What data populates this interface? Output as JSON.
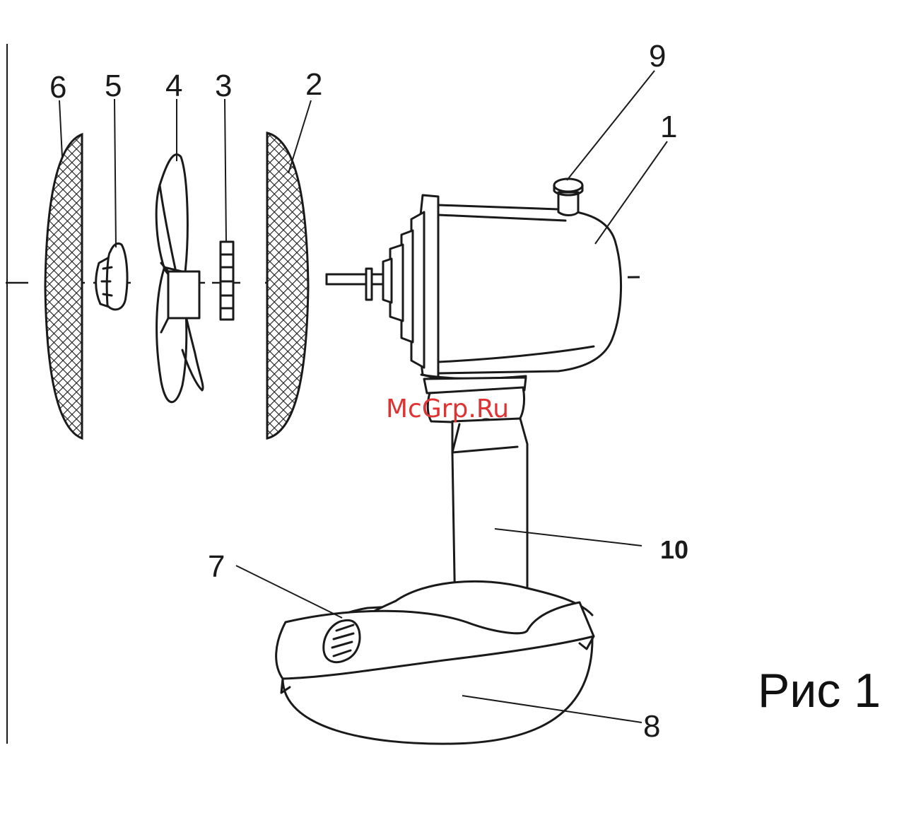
{
  "callouts": {
    "c1": "1",
    "c2": "2",
    "c3": "3",
    "c4": "4",
    "c5": "5",
    "c6": "6",
    "c7": "7",
    "c8": "8",
    "c9": "9",
    "c10": "10"
  },
  "caption": "Рис 1",
  "watermark": "McGrp.Ru"
}
